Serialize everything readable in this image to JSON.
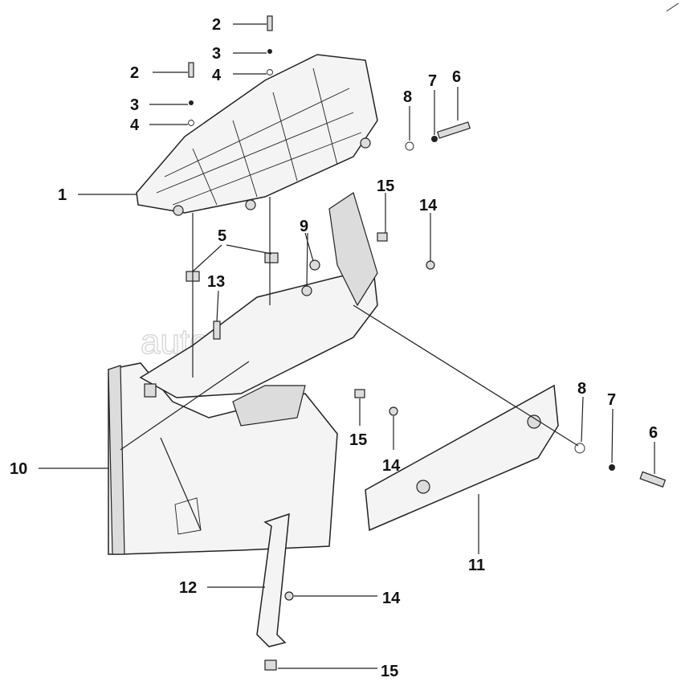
{
  "watermark": "autopiter.ru",
  "callouts": [
    "1",
    "2",
    "2",
    "3",
    "3",
    "4",
    "4",
    "5",
    "6",
    "6",
    "7",
    "7",
    "8",
    "8",
    "9",
    "10",
    "11",
    "12",
    "13",
    "14",
    "14",
    "14",
    "15",
    "15",
    "15"
  ]
}
